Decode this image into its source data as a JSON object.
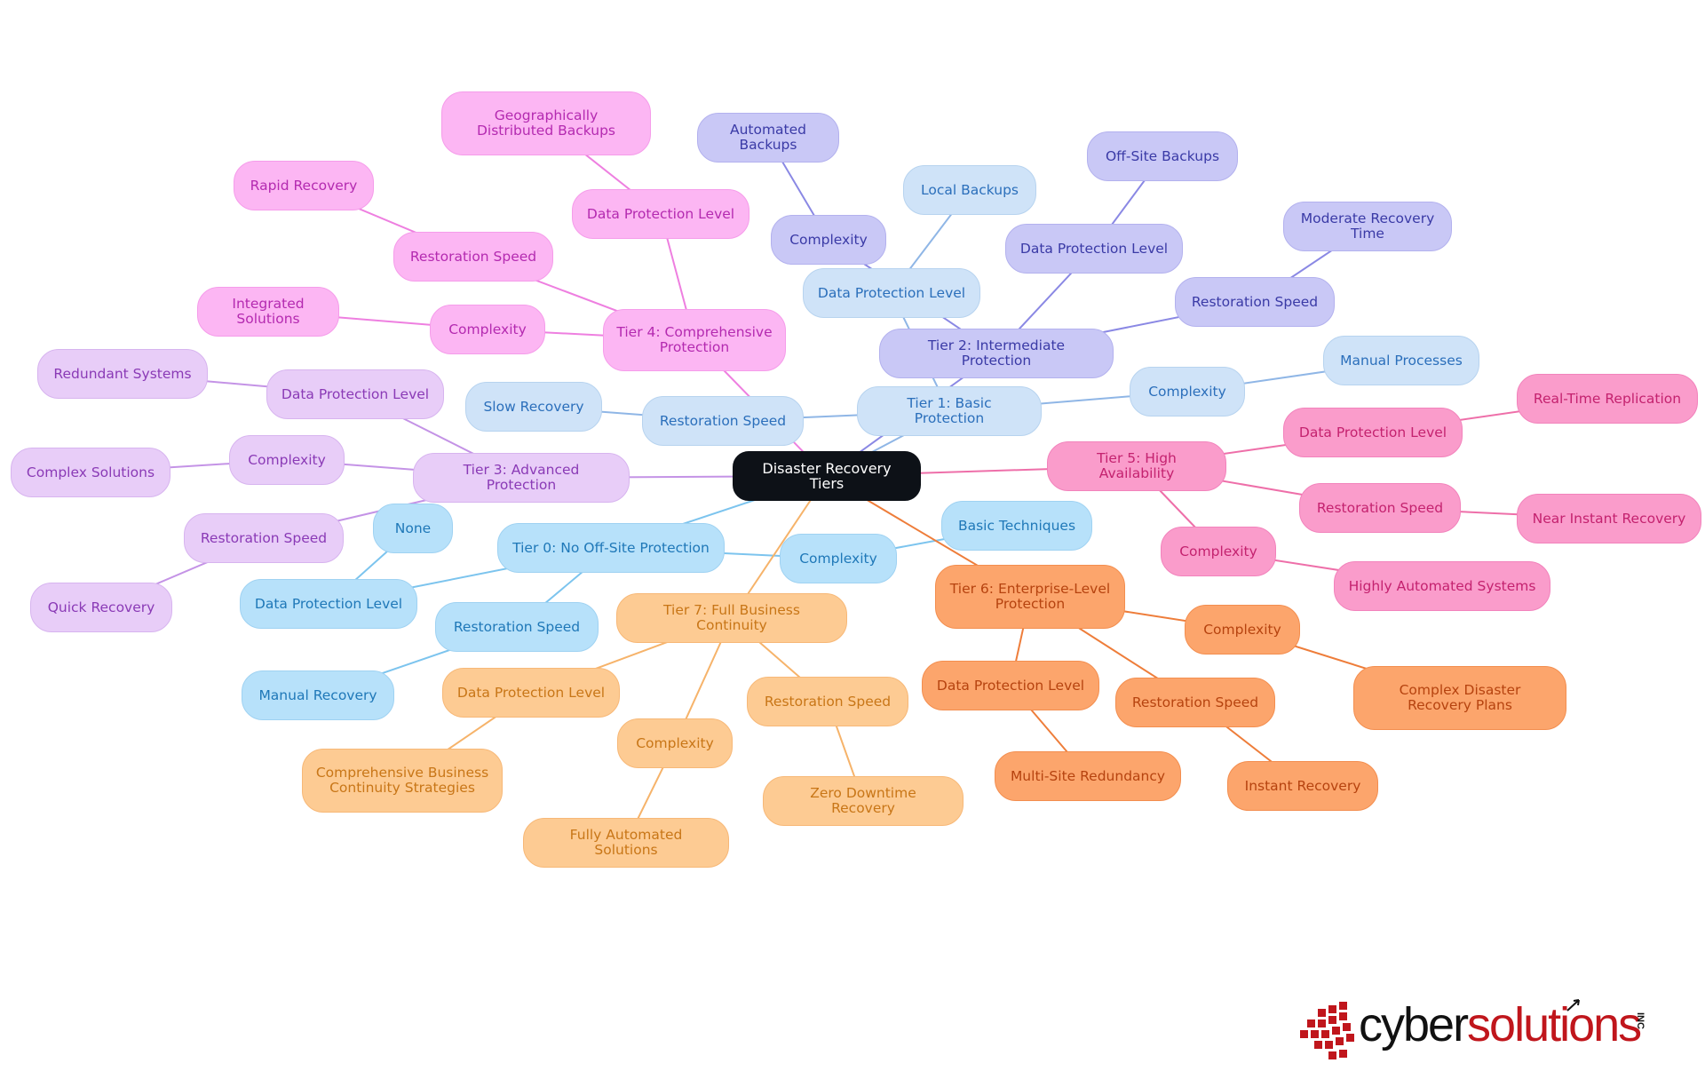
{
  "diagram": {
    "root": {
      "id": "root",
      "label": "Disaster Recovery Tiers"
    },
    "tiers": [
      {
        "id": "t0",
        "label": "Tier 0: No Off-Site Protection",
        "children": [
          {
            "id": "t0a",
            "label": "Data Protection Level",
            "children": [
              {
                "id": "t0a1",
                "label": "None"
              }
            ]
          },
          {
            "id": "t0b",
            "label": "Restoration Speed",
            "children": [
              {
                "id": "t0b1",
                "label": "Manual Recovery"
              }
            ]
          },
          {
            "id": "t0c",
            "label": "Complexity",
            "children": [
              {
                "id": "t0c1",
                "label": "Basic Techniques"
              }
            ]
          }
        ]
      },
      {
        "id": "t1",
        "label": "Tier 1: Basic Protection",
        "children": [
          {
            "id": "t1a",
            "label": "Data Protection Level",
            "children": [
              {
                "id": "t1a1",
                "label": "Local Backups"
              }
            ]
          },
          {
            "id": "t1b",
            "label": "Restoration Speed",
            "children": [
              {
                "id": "t1b1",
                "label": "Slow Recovery"
              }
            ]
          },
          {
            "id": "t1c",
            "label": "Complexity",
            "children": [
              {
                "id": "t1c1",
                "label": "Manual Processes"
              }
            ]
          }
        ]
      },
      {
        "id": "t2",
        "label": "Tier 2: Intermediate Protection",
        "children": [
          {
            "id": "t2a",
            "label": "Data Protection Level",
            "children": [
              {
                "id": "t2a1",
                "label": "Off-Site Backups"
              }
            ]
          },
          {
            "id": "t2b",
            "label": "Restoration Speed",
            "children": [
              {
                "id": "t2b1",
                "label": "Moderate Recovery Time"
              }
            ]
          },
          {
            "id": "t2c",
            "label": "Complexity",
            "children": [
              {
                "id": "t2c1",
                "label": "Automated Backups"
              }
            ]
          }
        ]
      },
      {
        "id": "t3",
        "label": "Tier 3: Advanced Protection",
        "children": [
          {
            "id": "t3a",
            "label": "Data Protection Level",
            "children": [
              {
                "id": "t3a1",
                "label": "Redundant Systems"
              }
            ]
          },
          {
            "id": "t3b",
            "label": "Restoration Speed",
            "children": [
              {
                "id": "t3b1",
                "label": "Quick Recovery"
              }
            ]
          },
          {
            "id": "t3c",
            "label": "Complexity",
            "children": [
              {
                "id": "t3c1",
                "label": "Complex Solutions"
              }
            ]
          }
        ]
      },
      {
        "id": "t4",
        "label": "Tier 4: Comprehensive Protection",
        "children": [
          {
            "id": "t4a",
            "label": "Data Protection Level",
            "children": [
              {
                "id": "t4a1",
                "label": "Geographically Distributed Backups"
              }
            ]
          },
          {
            "id": "t4b",
            "label": "Restoration Speed",
            "children": [
              {
                "id": "t4b1",
                "label": "Rapid Recovery"
              }
            ]
          },
          {
            "id": "t4c",
            "label": "Complexity",
            "children": [
              {
                "id": "t4c1",
                "label": "Integrated Solutions"
              }
            ]
          }
        ]
      },
      {
        "id": "t5",
        "label": "Tier 5: High Availability",
        "children": [
          {
            "id": "t5a",
            "label": "Data Protection Level",
            "children": [
              {
                "id": "t5a1",
                "label": "Real-Time Replication"
              }
            ]
          },
          {
            "id": "t5b",
            "label": "Restoration Speed",
            "children": [
              {
                "id": "t5b1",
                "label": "Near Instant Recovery"
              }
            ]
          },
          {
            "id": "t5c",
            "label": "Complexity",
            "children": [
              {
                "id": "t5c1",
                "label": "Highly Automated Systems"
              }
            ]
          }
        ]
      },
      {
        "id": "t6",
        "label": "Tier 6: Enterprise-Level Protection",
        "children": [
          {
            "id": "t6a",
            "label": "Data Protection Level",
            "children": [
              {
                "id": "t6a1",
                "label": "Multi-Site Redundancy"
              }
            ]
          },
          {
            "id": "t6b",
            "label": "Restoration Speed",
            "children": [
              {
                "id": "t6b1",
                "label": "Instant Recovery"
              }
            ]
          },
          {
            "id": "t6c",
            "label": "Complexity",
            "children": [
              {
                "id": "t6c1",
                "label": "Complex Disaster Recovery Plans"
              }
            ]
          }
        ]
      },
      {
        "id": "t7",
        "label": "Tier 7: Full Business Continuity",
        "children": [
          {
            "id": "t7a",
            "label": "Data Protection Level",
            "children": [
              {
                "id": "t7a1",
                "label": "Comprehensive Business Continuity Strategies"
              }
            ]
          },
          {
            "id": "t7b",
            "label": "Restoration Speed",
            "children": [
              {
                "id": "t7b1",
                "label": "Zero Downtime Recovery"
              }
            ]
          },
          {
            "id": "t7c",
            "label": "Complexity",
            "children": [
              {
                "id": "t7c1",
                "label": "Fully Automated Solutions"
              }
            ]
          }
        ]
      }
    ]
  },
  "colors": {
    "tier0": "#7cc4ee",
    "tier1": "#8fb6e6",
    "tier2": "#8a88e4",
    "tier3": "#c493e6",
    "tier4": "#ee7fe0",
    "tier5": "#ee6fa9",
    "tier6": "#ee7d3a",
    "tier7": "#f6b36a",
    "root": "#0d1117"
  },
  "logo": {
    "text_dark": "cyber",
    "text_red": "solutions",
    "suffix": "INC",
    "brand_red": "#c0161c",
    "icon": "red-pixel-cubes-icon"
  }
}
